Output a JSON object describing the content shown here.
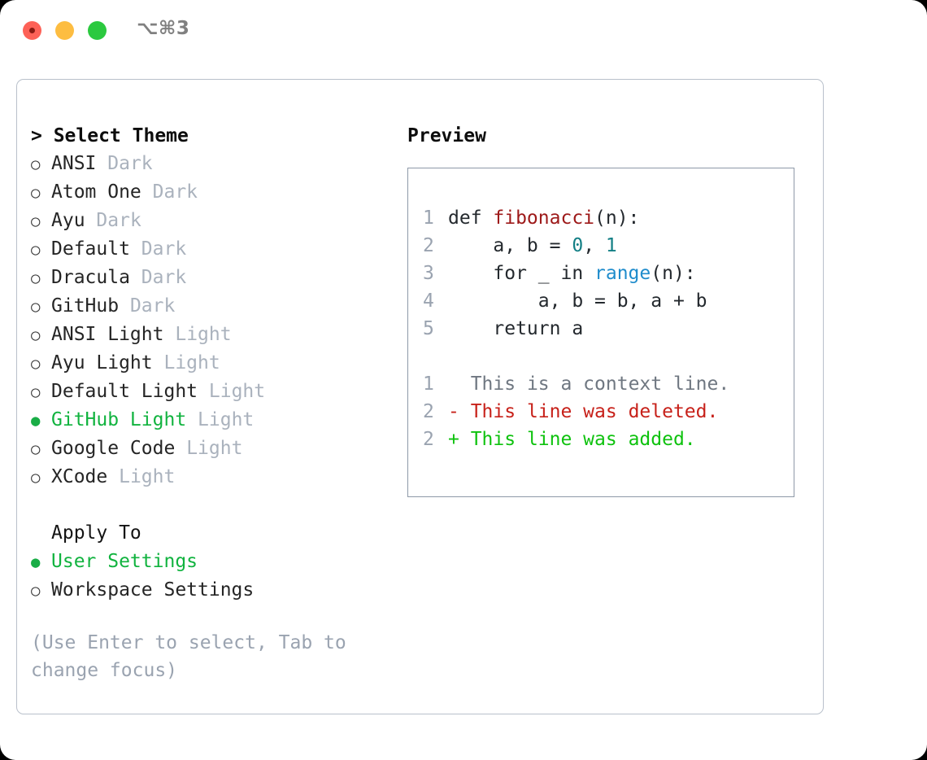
{
  "window": {
    "shortcut": "⌥⌘3",
    "traffic_lights": [
      "close-red",
      "minimize-yellow",
      "zoom-green"
    ]
  },
  "theme_list": {
    "header": "> Select Theme",
    "items": [
      {
        "marker": "○",
        "name": "ANSI",
        "tag": "Dark",
        "selected": false
      },
      {
        "marker": "○",
        "name": "Atom One",
        "tag": "Dark",
        "selected": false
      },
      {
        "marker": "○",
        "name": "Ayu",
        "tag": "Dark",
        "selected": false
      },
      {
        "marker": "○",
        "name": "Default",
        "tag": "Dark",
        "selected": false
      },
      {
        "marker": "○",
        "name": "Dracula",
        "tag": "Dark",
        "selected": false
      },
      {
        "marker": "○",
        "name": "GitHub",
        "tag": "Dark",
        "selected": false
      },
      {
        "marker": "○",
        "name": "ANSI Light",
        "tag": "Light",
        "selected": false
      },
      {
        "marker": "○",
        "name": "Ayu Light",
        "tag": "Light",
        "selected": false
      },
      {
        "marker": "○",
        "name": "Default Light",
        "tag": "Light",
        "selected": false
      },
      {
        "marker": "●",
        "name": "GitHub Light",
        "tag": "Light",
        "selected": true
      },
      {
        "marker": "○",
        "name": "Google Code",
        "tag": "Light",
        "selected": false
      },
      {
        "marker": "○",
        "name": "XCode",
        "tag": "Light",
        "selected": false
      }
    ]
  },
  "apply_to": {
    "label": "Apply To",
    "options": [
      {
        "marker": "●",
        "name": "User Settings",
        "selected": true
      },
      {
        "marker": "○",
        "name": "Workspace Settings",
        "selected": false
      }
    ]
  },
  "hint": "(Use Enter to select, Tab to change focus)",
  "preview": {
    "title": "Preview",
    "code_lines": [
      {
        "num": "1",
        "tokens": [
          {
            "t": "def ",
            "c": "plain"
          },
          {
            "t": "fibonacci",
            "c": "fn"
          },
          {
            "t": "(n):",
            "c": "plain"
          }
        ]
      },
      {
        "num": "2",
        "tokens": [
          {
            "t": "    a, b = ",
            "c": "plain"
          },
          {
            "t": "0",
            "c": "num"
          },
          {
            "t": ", ",
            "c": "plain"
          },
          {
            "t": "1",
            "c": "num"
          }
        ]
      },
      {
        "num": "3",
        "tokens": [
          {
            "t": "    for _ in ",
            "c": "plain"
          },
          {
            "t": "range",
            "c": "call"
          },
          {
            "t": "(n):",
            "c": "plain"
          }
        ]
      },
      {
        "num": "4",
        "tokens": [
          {
            "t": "        a, b = b, a + b",
            "c": "plain"
          }
        ]
      },
      {
        "num": "5",
        "tokens": [
          {
            "t": "    return a",
            "c": "plain"
          }
        ]
      }
    ],
    "diff_lines": [
      {
        "num": "1",
        "sign": "  ",
        "text": "This is a context line.",
        "kind": "ctx"
      },
      {
        "num": "2",
        "sign": "- ",
        "text": "This line was deleted.",
        "kind": "del"
      },
      {
        "num": "2",
        "sign": "+ ",
        "text": "This line was added.",
        "kind": "add"
      }
    ]
  },
  "colors": {
    "selection_green": "#11b33f",
    "tag_gray": "#aab2bd",
    "hint_gray": "#9aa3b0",
    "panel_border": "#b9c0cb",
    "preview_border": "#8e99a8",
    "diff_added": "#0ec20e",
    "diff_deleted": "#c7211a",
    "syntax_function": "#9d1919",
    "syntax_number": "#137f85",
    "syntax_call": "#1f8ccc"
  }
}
